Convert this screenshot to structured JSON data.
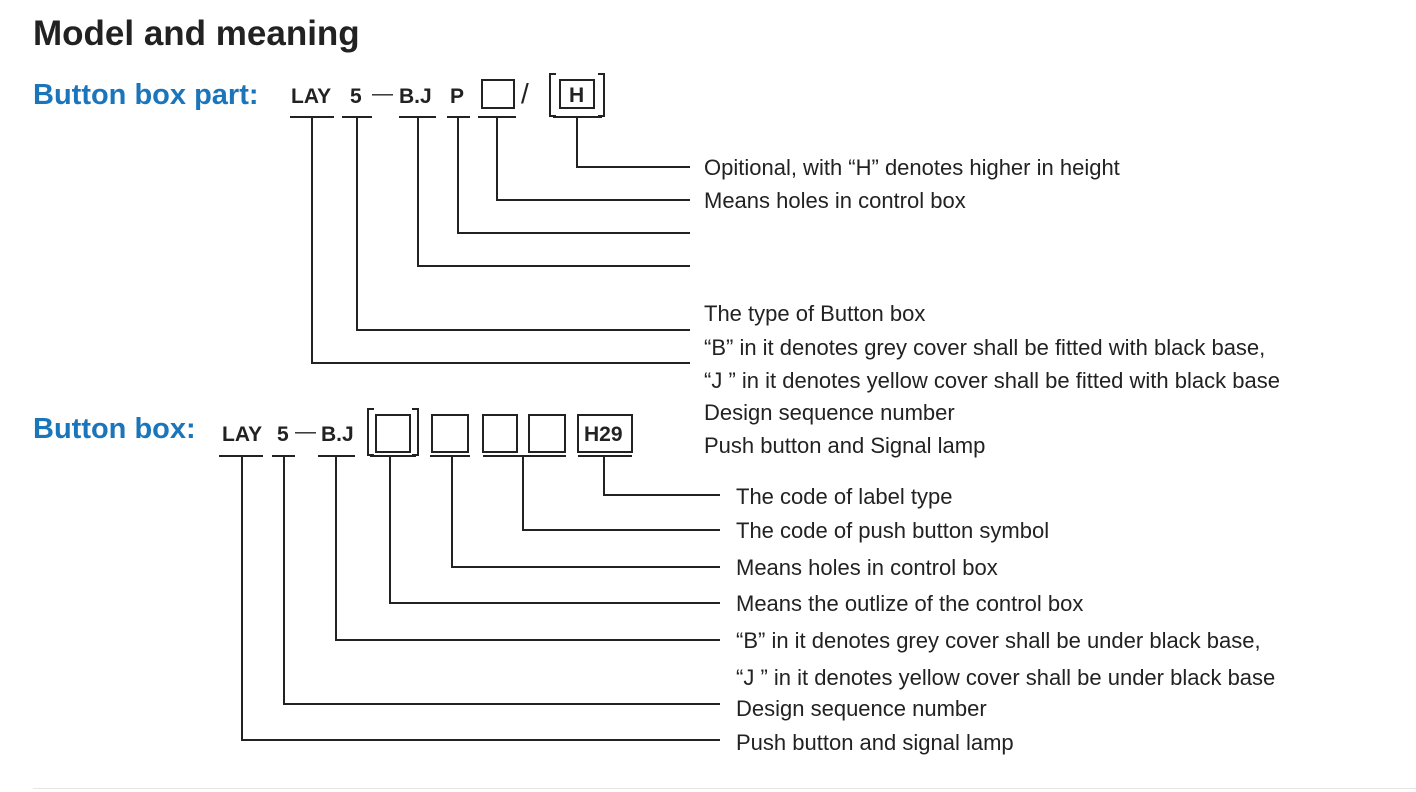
{
  "title": "Model and meaning",
  "part": {
    "label": "Button box part:",
    "codes": [
      "LAY",
      "5",
      "B.J",
      "P",
      "H"
    ],
    "dash": "—",
    "slash": "/",
    "descriptions": [
      "Opitional, with “H” denotes higher in height",
      "Means holes in control box",
      "The type of Button box",
      "“B”  in it denotes grey cover shall be fitted with black base,",
      "“J ” in it denotes yellow cover shall be fitted with black base",
      "Design sequence number",
      "Push button and Signal lamp"
    ]
  },
  "box": {
    "label": "Button box:",
    "codes": [
      "LAY",
      "5",
      "B.J",
      "H29"
    ],
    "dash": "—",
    "descriptions": [
      "The code of label type",
      "The code of push button symbol",
      "Means holes in control box",
      "Means the outlize of the control box",
      "“B”  in it denotes grey cover shall be under black base,",
      "“J ” in it denotes yellow cover shall be under black base",
      "Design sequence number",
      "Push button and signal lamp"
    ]
  }
}
